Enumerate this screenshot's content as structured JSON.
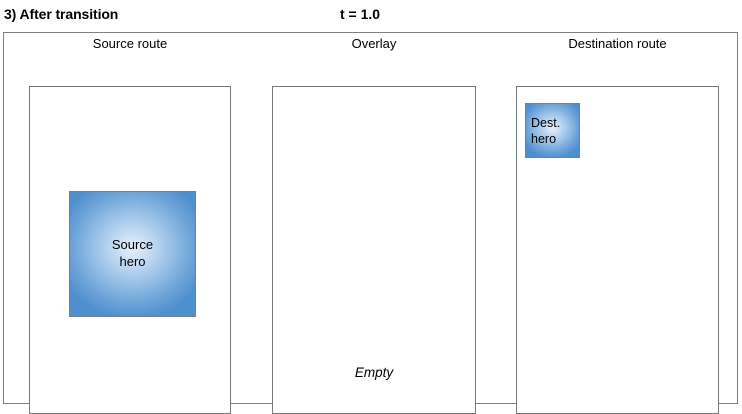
{
  "caption": {
    "step_title": "3) After transition",
    "time_label": "t = 1.0"
  },
  "columns": {
    "source_header": "Source route",
    "overlay_header": "Overlay",
    "destination_header": "Destination route"
  },
  "source_panel": {
    "hero": {
      "line1": "Source",
      "line2": "hero"
    }
  },
  "overlay_panel": {
    "empty_label": "Empty"
  },
  "destination_panel": {
    "hero": {
      "line1": "Dest.",
      "line2": "hero"
    }
  },
  "colors": {
    "hero_center": "#e4eefa",
    "hero_edge": "#4e8fcd",
    "hero_border": "#7f7f7f",
    "panel_border": "#777777",
    "frame_border": "#808080",
    "text": "#000000",
    "background": "#ffffff"
  }
}
